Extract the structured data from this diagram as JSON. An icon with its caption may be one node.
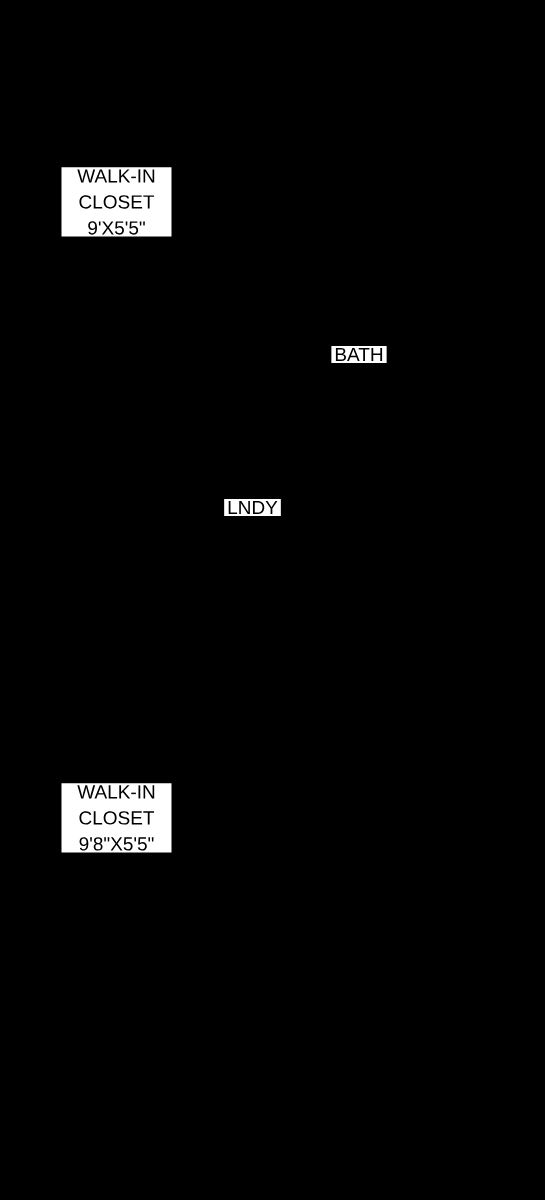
{
  "diagram": {
    "nodes": [
      {
        "text": [
          "WALK-IN CLOSET 9'X5'5\""
        ]
      },
      {
        "text": [
          "BATH"
        ]
      },
      {
        "text": [
          "LNDY"
        ]
      },
      {
        "text": [
          "WALK-IN CLOSET 9'8\"X5'5\""
        ]
      }
    ]
  }
}
